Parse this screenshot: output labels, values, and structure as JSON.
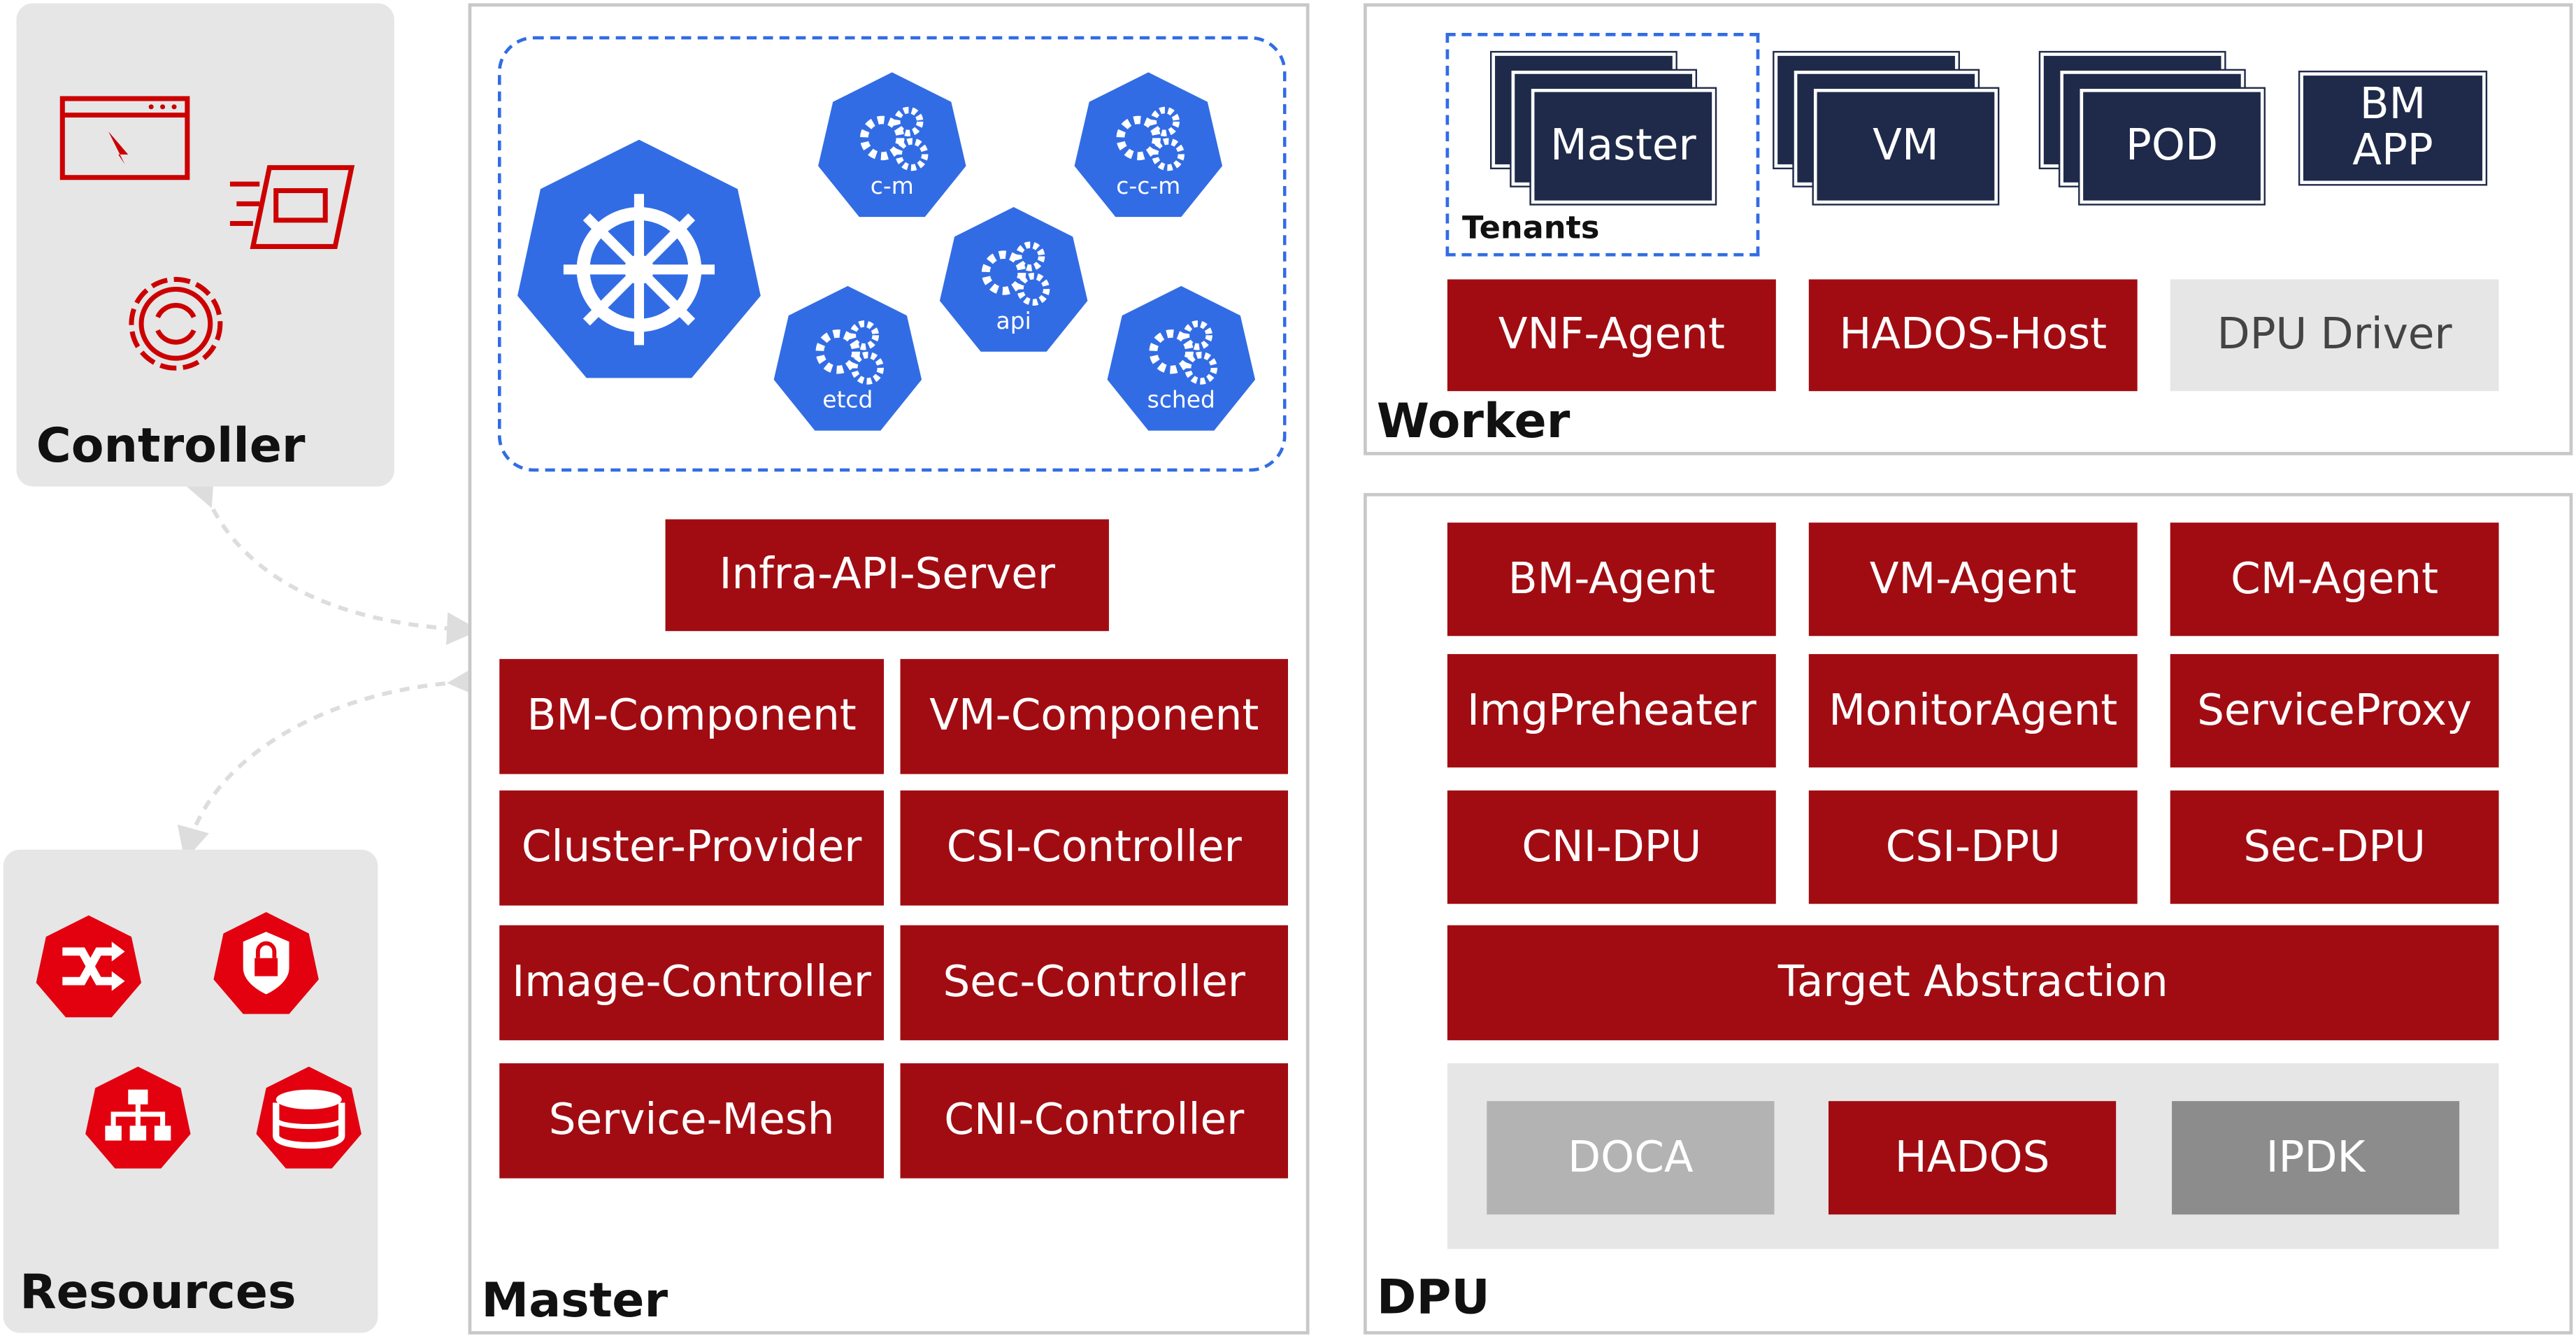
{
  "colors": {
    "accent_red": "#a10c12",
    "navy": "#1f2a4a",
    "k8s_blue": "#326ce5",
    "panel_gray": "#e6e6e6"
  },
  "controller": {
    "label": "Controller",
    "icons": [
      "browser-cursor-icon",
      "fast-window-icon",
      "gear-sync-icon"
    ]
  },
  "resources": {
    "label": "Resources",
    "icons": [
      "shuffle-icon",
      "security-lock-icon",
      "hierarchy-icon",
      "storage-icon"
    ]
  },
  "master": {
    "label": "Master",
    "k8s": {
      "logo": "kubernetes-helm-icon",
      "components": [
        "c-m",
        "c-c-m",
        "api",
        "etcd",
        "sched"
      ]
    },
    "infra": "Infra-API-Server",
    "components": [
      "BM-Component",
      "VM-Component",
      "Cluster-Provider",
      "CSI-Controller",
      "Image-Controller",
      "Sec-Controller",
      "Service-Mesh",
      "CNI-Controller"
    ]
  },
  "worker": {
    "label": "Worker",
    "tenants_label": "Tenants",
    "stacks": [
      "Master",
      "VM",
      "POD"
    ],
    "bm_app": "BM\nAPP",
    "agents": [
      "VNF-Agent",
      "HADOS-Host",
      "DPU Driver"
    ]
  },
  "dpu": {
    "label": "DPU",
    "agents": [
      "BM-Agent",
      "VM-Agent",
      "CM-Agent",
      "ImgPreheater",
      "MonitorAgent",
      "ServiceProxy",
      "CNI-DPU",
      "CSI-DPU",
      "Sec-DPU"
    ],
    "target": "Target Abstraction",
    "backends": [
      "DOCA",
      "HADOS",
      "IPDK"
    ]
  }
}
